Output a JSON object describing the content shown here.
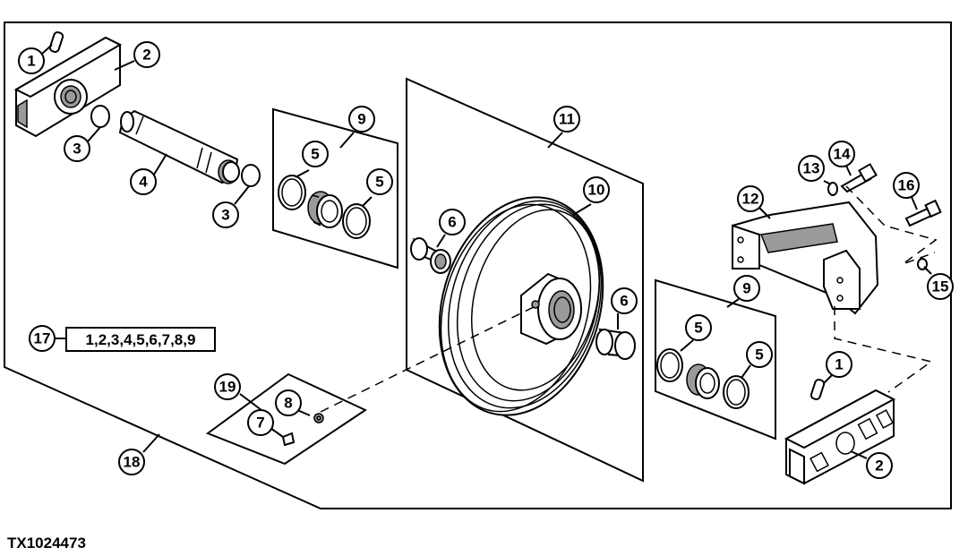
{
  "figure_id": "TX1024473",
  "callouts": {
    "c1a": "1",
    "c2a": "2",
    "c3a": "3",
    "c4": "4",
    "c3b": "3",
    "c9a": "9",
    "c5a": "5",
    "c5b": "5",
    "c11": "11",
    "c10": "10",
    "c6a": "6",
    "c6b": "6",
    "c12": "12",
    "c13": "13",
    "c14": "14",
    "c16": "16",
    "c15": "15",
    "c9b": "9",
    "c5c": "5",
    "c5d": "5",
    "c1b": "1",
    "c2b": "2",
    "c17": "17",
    "c19": "19",
    "c8": "8",
    "c7": "7",
    "c18": "18"
  },
  "kit_list": "1,2,3,4,5,6,7,8,9",
  "colors": {
    "line": "#000000",
    "background": "#ffffff",
    "shade": "#9a9a9a"
  }
}
